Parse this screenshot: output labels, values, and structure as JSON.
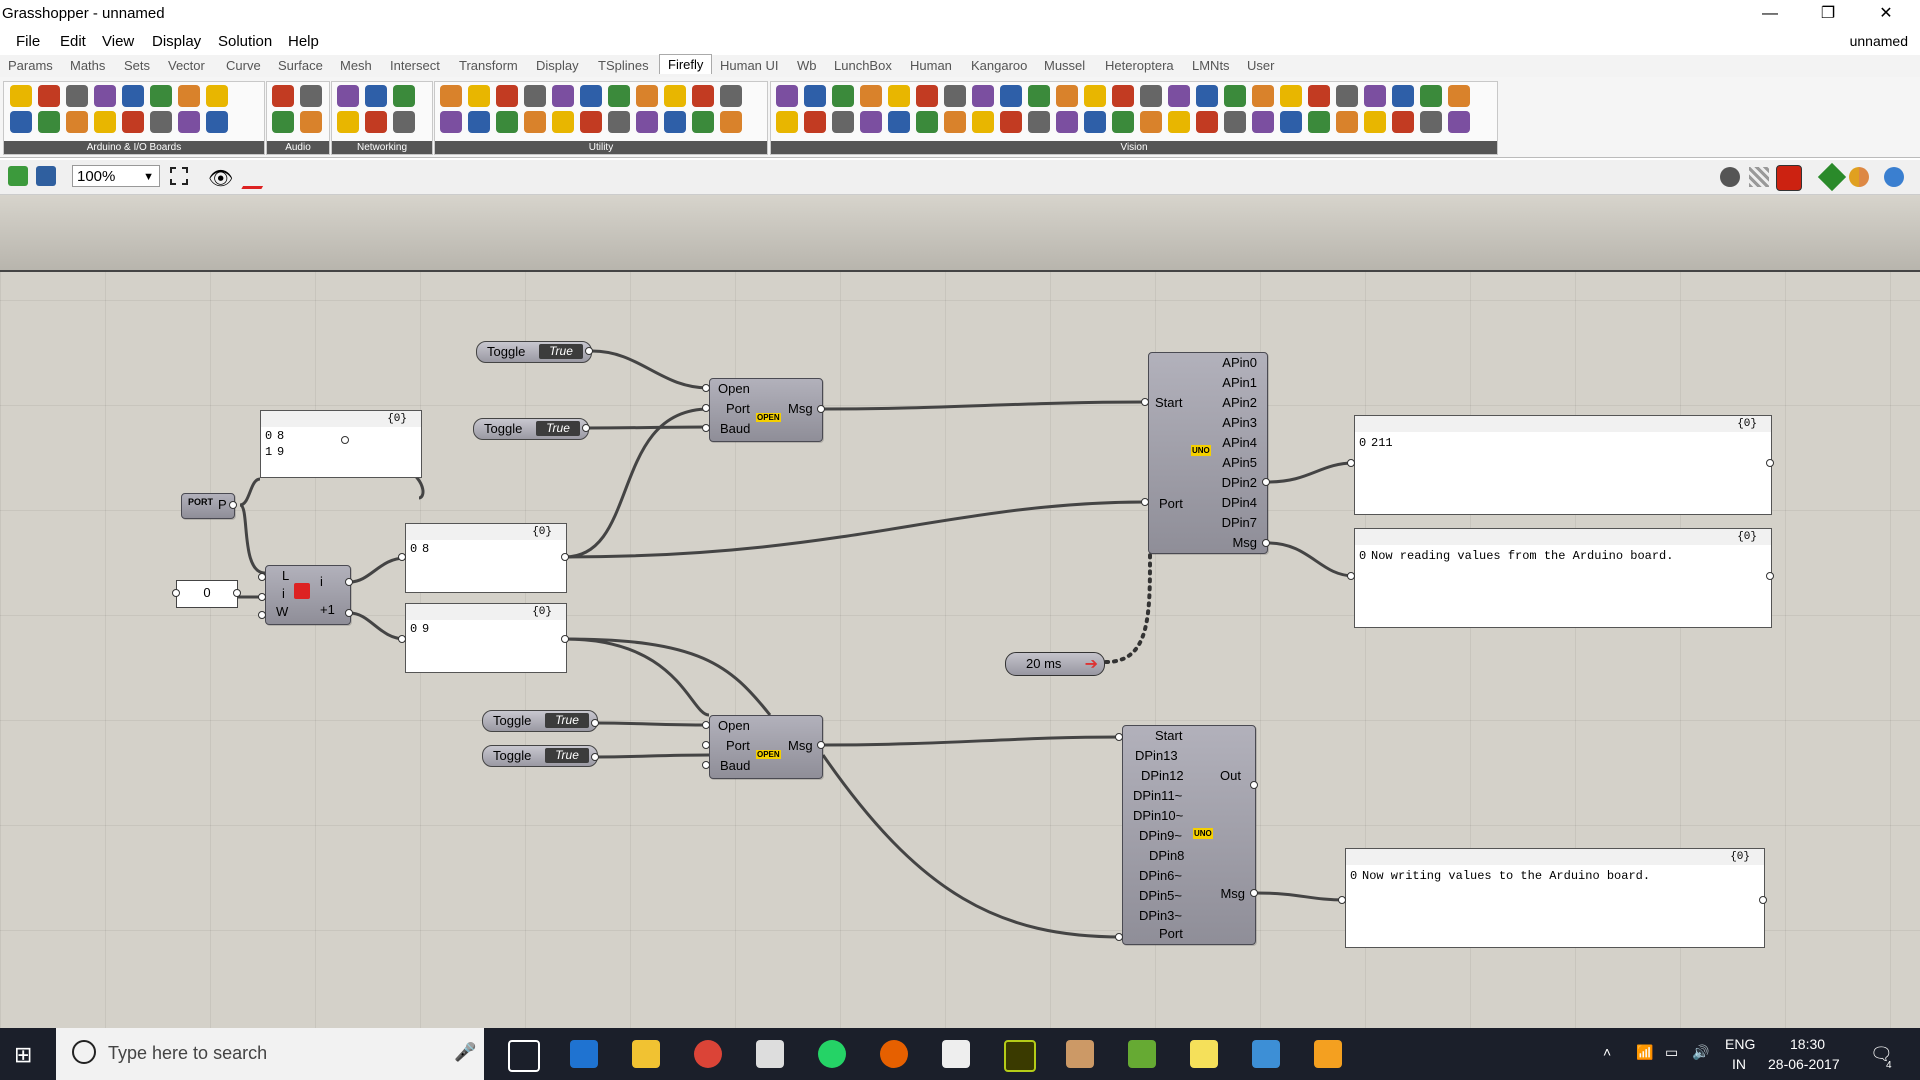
{
  "window": {
    "title": "Grasshopper - unnamed",
    "doc_name": "unnamed",
    "min": "—",
    "max": "❐",
    "close": "✕"
  },
  "menu": [
    "File",
    "Edit",
    "View",
    "Display",
    "Solution",
    "Help"
  ],
  "tabs": [
    "Params",
    "Maths",
    "Sets",
    "Vector",
    "Curve",
    "Surface",
    "Mesh",
    "Intersect",
    "Transform",
    "Display",
    "TSplines",
    "Firefly",
    "Human UI",
    "Wb",
    "LunchBox",
    "Human",
    "Kangaroo",
    "Mussel",
    "Heteroptera",
    "LMNts",
    "User"
  ],
  "active_tab": "Firefly",
  "ribbon_groups": [
    "Arduino & I/O Boards",
    "Audio",
    "Networking",
    "Utility",
    "Vision"
  ],
  "zoom": "100%",
  "components": {
    "port_param": {
      "icon_text": "PORT",
      "out": "P"
    },
    "panel_ports": {
      "header": "{0}",
      "rows": [
        {
          "i": "0",
          "v": "8"
        },
        {
          "i": "1",
          "v": "9"
        }
      ]
    },
    "index_slider": {
      "value": "0"
    },
    "list_item": {
      "in_l": "L",
      "in_i": "i",
      "in_w": "W",
      "out_i": "i",
      "out_p1": "+1"
    },
    "panel_8": {
      "header": "{0}",
      "rows": [
        {
          "i": "0",
          "v": "8"
        }
      ]
    },
    "panel_9": {
      "header": "{0}",
      "rows": [
        {
          "i": "0",
          "v": "9"
        }
      ]
    },
    "toggle1": {
      "label": "Toggle",
      "value": "True"
    },
    "toggle2": {
      "label": "Toggle",
      "value": "True"
    },
    "toggle3": {
      "label": "Toggle",
      "value": "True"
    },
    "toggle4": {
      "label": "Toggle",
      "value": "True"
    },
    "serial_open1": {
      "in": [
        "Open",
        "Port",
        "Baud"
      ],
      "out": "Msg",
      "badge": "OPEN"
    },
    "serial_open2": {
      "in": [
        "Open",
        "Port",
        "Baud"
      ],
      "out": "Msg",
      "badge": "OPEN"
    },
    "uno_read": {
      "in": [
        "Start",
        "Port"
      ],
      "out": [
        "APin0",
        "APin1",
        "APin2",
        "APin3",
        "APin4",
        "APin5",
        "DPin2",
        "DPin4",
        "DPin7",
        "Msg"
      ],
      "badge": "UNO"
    },
    "panel_211": {
      "header": "{0}",
      "rows": [
        {
          "i": "0",
          "v": "211"
        }
      ]
    },
    "panel_read_msg": {
      "header": "{0}",
      "rows": [
        {
          "i": "0",
          "v": "Now reading values from the Arduino board."
        }
      ]
    },
    "timer": {
      "label": "20 ms"
    },
    "uno_write": {
      "in": [
        "Start",
        "DPin13",
        "DPin12",
        "DPin11~",
        "DPin10~",
        "DPin9~",
        "DPin8",
        "DPin6~",
        "DPin5~",
        "DPin3~",
        "Port"
      ],
      "out": [
        "Out",
        "Msg"
      ],
      "badge": "UNO"
    },
    "panel_write_msg": {
      "header": "{0}",
      "rows": [
        {
          "i": "0",
          "v": "Now writing values to the Arduino board."
        }
      ]
    }
  },
  "taskbar": {
    "search_placeholder": "Type here to search",
    "lang_top": "ENG",
    "lang_bottom": "IN",
    "time": "18:30",
    "date": "28-06-2017",
    "notif_count": "4"
  },
  "colors": {
    "canvas": "#d4d1c9",
    "component": "#a3a2ab",
    "wire": "#444444",
    "taskbar": "#1b1f2a"
  }
}
